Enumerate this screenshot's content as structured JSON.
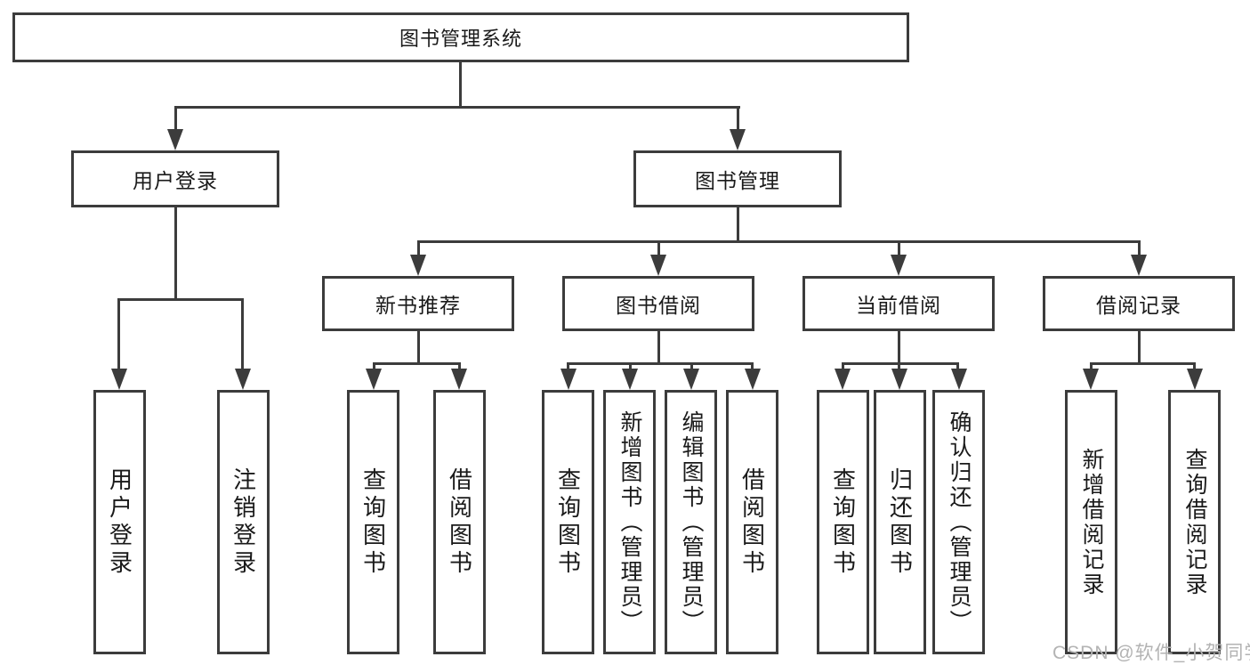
{
  "diagram_title": "图书管理系统",
  "tree": {
    "root": {
      "label": "图书管理系统"
    },
    "branches": [
      {
        "label": "用户登录",
        "children": [
          {
            "label": "用户登录"
          },
          {
            "label": "注销登录"
          }
        ]
      },
      {
        "label": "图书管理",
        "children": [
          {
            "label": "新书推荐",
            "children": [
              {
                "label": "查询图书"
              },
              {
                "label": "借阅图书"
              }
            ]
          },
          {
            "label": "图书借阅",
            "children": [
              {
                "label": "查询图书"
              },
              {
                "label": "新增图书（管理员）"
              },
              {
                "label": "编辑图书（管理员）"
              },
              {
                "label": "借阅图书"
              }
            ]
          },
          {
            "label": "当前借阅",
            "children": [
              {
                "label": "查询图书"
              },
              {
                "label": "归还图书"
              },
              {
                "label": "确认归还（管理员）"
              }
            ]
          },
          {
            "label": "借阅记录",
            "children": [
              {
                "label": "新增借阅记录"
              },
              {
                "label": "查询借阅记录"
              }
            ]
          }
        ]
      }
    ]
  },
  "watermark": {
    "text": "CSDN @软件_小贺同学"
  },
  "colors": {
    "line": "#3c3c3c",
    "text": "#1a1a1a",
    "watermark": "#b3b3b3",
    "background": "#ffffff"
  }
}
